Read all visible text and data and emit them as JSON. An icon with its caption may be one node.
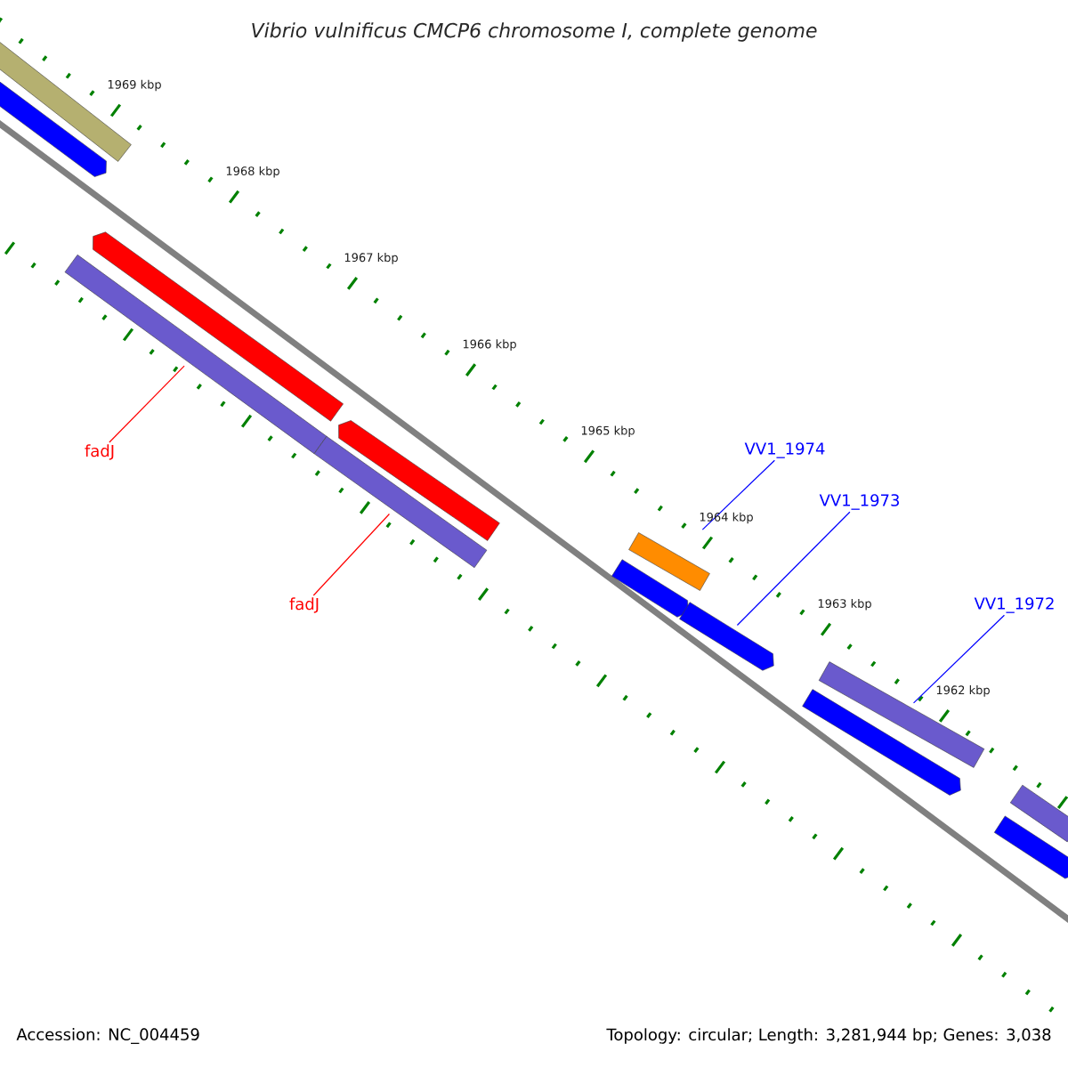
{
  "diagram": {
    "title": "Vibrio vulnificus CMCP6 chromosome I, complete genome",
    "nodes": [
      {
        "text": [],
        "shape": "bar"
      },
      {
        "text": [],
        "shape": "arrow"
      },
      {
        "text": [],
        "shape": "arrow"
      },
      {
        "text": [],
        "shape": "arrow"
      },
      {
        "text": [],
        "shape": "bar"
      },
      {
        "text": [],
        "shape": "bar"
      },
      {
        "text": [],
        "shape": "bar"
      },
      {
        "text": [],
        "shape": "arrow"
      },
      {
        "text": [],
        "shape": "arrow"
      },
      {
        "text": [],
        "shape": "bar"
      },
      {
        "text": [],
        "shape": "arrow"
      },
      {
        "text": [],
        "shape": "bar"
      },
      {
        "text": [],
        "shape": "arrow"
      },
      {
        "text": [
          "fadJ"
        ]
      },
      {
        "text": [
          "fadJ"
        ]
      },
      {
        "text": [
          "VV1_1974"
        ]
      },
      {
        "text": [
          "VV1_1973"
        ]
      },
      {
        "text": [
          "VV1_1972"
        ]
      }
    ],
    "edges": [
      {
        "from": 13,
        "to": 4,
        "arrow": "none",
        "color": "#ff0000"
      },
      {
        "from": 14,
        "to": 5,
        "arrow": "none",
        "color": "#ff0000"
      },
      {
        "from": 15,
        "to": 6,
        "arrow": "none"
      },
      {
        "from": 16,
        "to": 8,
        "arrow": "none"
      },
      {
        "from": 17,
        "to": 9,
        "arrow": "none"
      }
    ],
    "labels": [
      "1969 kbp",
      "1968 kbp",
      "1967 kbp",
      "1966 kbp",
      "1965 kbp",
      "1964 kbp",
      "1963 kbp",
      "1962 kbp",
      "Accession: NC_004459",
      "Topology: circular; Length: 3,281,944 bp; Genes: 3,038"
    ]
  }
}
